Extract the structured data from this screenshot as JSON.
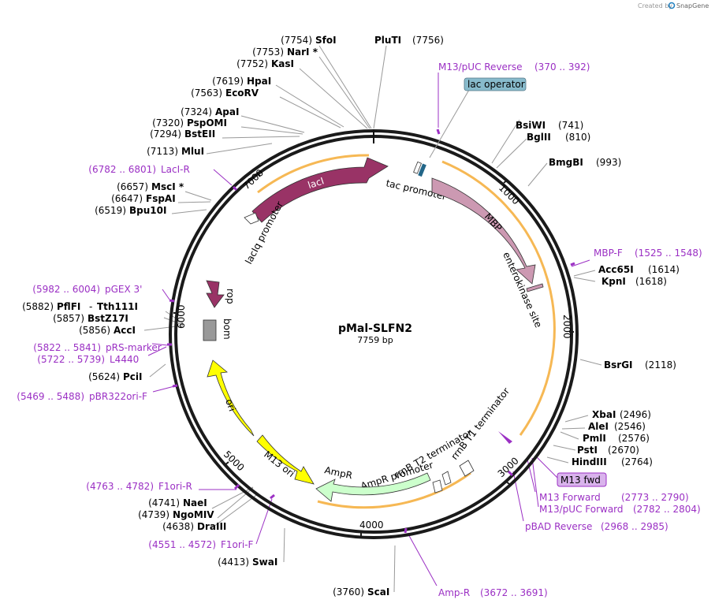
{
  "header": {
    "created_by": "Created by",
    "brand": "SnapGene"
  },
  "plasmid": {
    "name": "pMal-SLFN2",
    "length_label": "7759 bp",
    "length": 7759
  },
  "colors": {
    "backbone": "#222222",
    "primer": "#9b30c4",
    "lacI": "#993366",
    "MBP": "#cc99b2",
    "AmpR": "#ccffcc",
    "ori": "#ffff00",
    "rop": "#993366",
    "bom": "#999999",
    "promoter": "#ffffff",
    "terminator": "#ffffff",
    "highlight": "#f5b041",
    "lac_operator": "#88bbcc"
  },
  "ticks": [
    {
      "label": "1000",
      "bp": 1000
    },
    {
      "label": "2000",
      "bp": 2000
    },
    {
      "label": "3000",
      "bp": 3000
    },
    {
      "label": "4000",
      "bp": 4000
    },
    {
      "label": "5000",
      "bp": 5000
    },
    {
      "label": "6000",
      "bp": 6000
    },
    {
      "label": "7000",
      "bp": 7000
    }
  ],
  "features": {
    "lacI": {
      "label": "lacI"
    },
    "lacIq_promoter": {
      "label": "lacIq promoter"
    },
    "tac_promoter": {
      "label": "tac promoter"
    },
    "lac_operator": {
      "label": "lac operator"
    },
    "MBP": {
      "label": "MBP"
    },
    "enterokinase_site": {
      "label": "enterokinase site"
    },
    "rrnB_T1": {
      "label": "rrnB T1 terminator"
    },
    "rrnB_T2": {
      "label": "rrnB T2 terminator"
    },
    "AmpR_promoter": {
      "label": "AmpR promoter"
    },
    "AmpR": {
      "label": "AmpR"
    },
    "M13_ori": {
      "label": "M13 ori"
    },
    "ori": {
      "label": "ori"
    },
    "bom": {
      "label": "bom"
    },
    "rop": {
      "label": "rop"
    },
    "M13_fwd": {
      "label": "M13 fwd"
    }
  },
  "enzymes": [
    {
      "name": "SfoI",
      "pos": "(7754)"
    },
    {
      "name": "NarI *",
      "pos": "(7753)"
    },
    {
      "name": "KasI",
      "pos": "(7752)"
    },
    {
      "name": "PluTI",
      "pos": "(7756)"
    },
    {
      "name": "HpaI",
      "pos": "(7619)"
    },
    {
      "name": "EcoRV",
      "pos": "(7563)"
    },
    {
      "name": "ApaI",
      "pos": "(7324)"
    },
    {
      "name": "PspOMI",
      "pos": "(7320)"
    },
    {
      "name": "BstEII",
      "pos": "(7294)"
    },
    {
      "name": "MluI",
      "pos": "(7113)"
    },
    {
      "name": "MscI *",
      "pos": "(6657)"
    },
    {
      "name": "FspAI",
      "pos": "(6647)"
    },
    {
      "name": "Bpu10I",
      "pos": "(6519)"
    },
    {
      "name": "BsiWI",
      "pos": "(741)"
    },
    {
      "name": "BglII",
      "pos": "(810)"
    },
    {
      "name": "BmgBI",
      "pos": "(993)"
    },
    {
      "name": "Acc65I",
      "pos": "(1614)"
    },
    {
      "name": "KpnI",
      "pos": "(1618)"
    },
    {
      "name": "BsrGI",
      "pos": "(2118)"
    },
    {
      "name": "XbaI",
      "pos": "(2496)"
    },
    {
      "name": "AleI",
      "pos": "(2546)"
    },
    {
      "name": "PmlI",
      "pos": "(2576)"
    },
    {
      "name": "PstI",
      "pos": "(2670)"
    },
    {
      "name": "HindIII",
      "pos": "(2764)"
    },
    {
      "name": "PflFI",
      "pos": "(5882)"
    },
    {
      "name": "Tth111I",
      "pos": ""
    },
    {
      "name": "BstZ17I",
      "pos": "(5857)"
    },
    {
      "name": "AccI",
      "pos": "(5856)"
    },
    {
      "name": "PciI",
      "pos": "(5624)"
    },
    {
      "name": "NaeI",
      "pos": "(4741)"
    },
    {
      "name": "NgoMIV",
      "pos": "(4739)"
    },
    {
      "name": "DraIII",
      "pos": "(4638)"
    },
    {
      "name": "SwaI",
      "pos": "(4413)"
    },
    {
      "name": "ScaI",
      "pos": "(3760)"
    }
  ],
  "primers": [
    {
      "name": "M13/pUC Reverse",
      "range": "(370 .. 392)"
    },
    {
      "name": "MBP-F",
      "range": "(1525 .. 1548)"
    },
    {
      "name": "M13 Forward",
      "range": "(2773 .. 2790)"
    },
    {
      "name": "M13/pUC Forward",
      "range": "(2782 .. 2804)"
    },
    {
      "name": "pBAD Reverse",
      "range": "(2968 .. 2985)"
    },
    {
      "name": "Amp-R",
      "range": "(3672 .. 3691)"
    },
    {
      "name": "F1ori-F",
      "range": "(4551 .. 4572)"
    },
    {
      "name": "F1ori-R",
      "range": "(4763 .. 4782)"
    },
    {
      "name": "pBR322ori-F",
      "range": "(5469 .. 5488)"
    },
    {
      "name": "L4440",
      "range": "(5722 .. 5739)"
    },
    {
      "name": "pRS-marker",
      "range": "(5822 .. 5841)"
    },
    {
      "name": "pGEX 3'",
      "range": "(5982 .. 6004)"
    },
    {
      "name": "LacI-R",
      "range": "(6782 .. 6801)"
    }
  ]
}
